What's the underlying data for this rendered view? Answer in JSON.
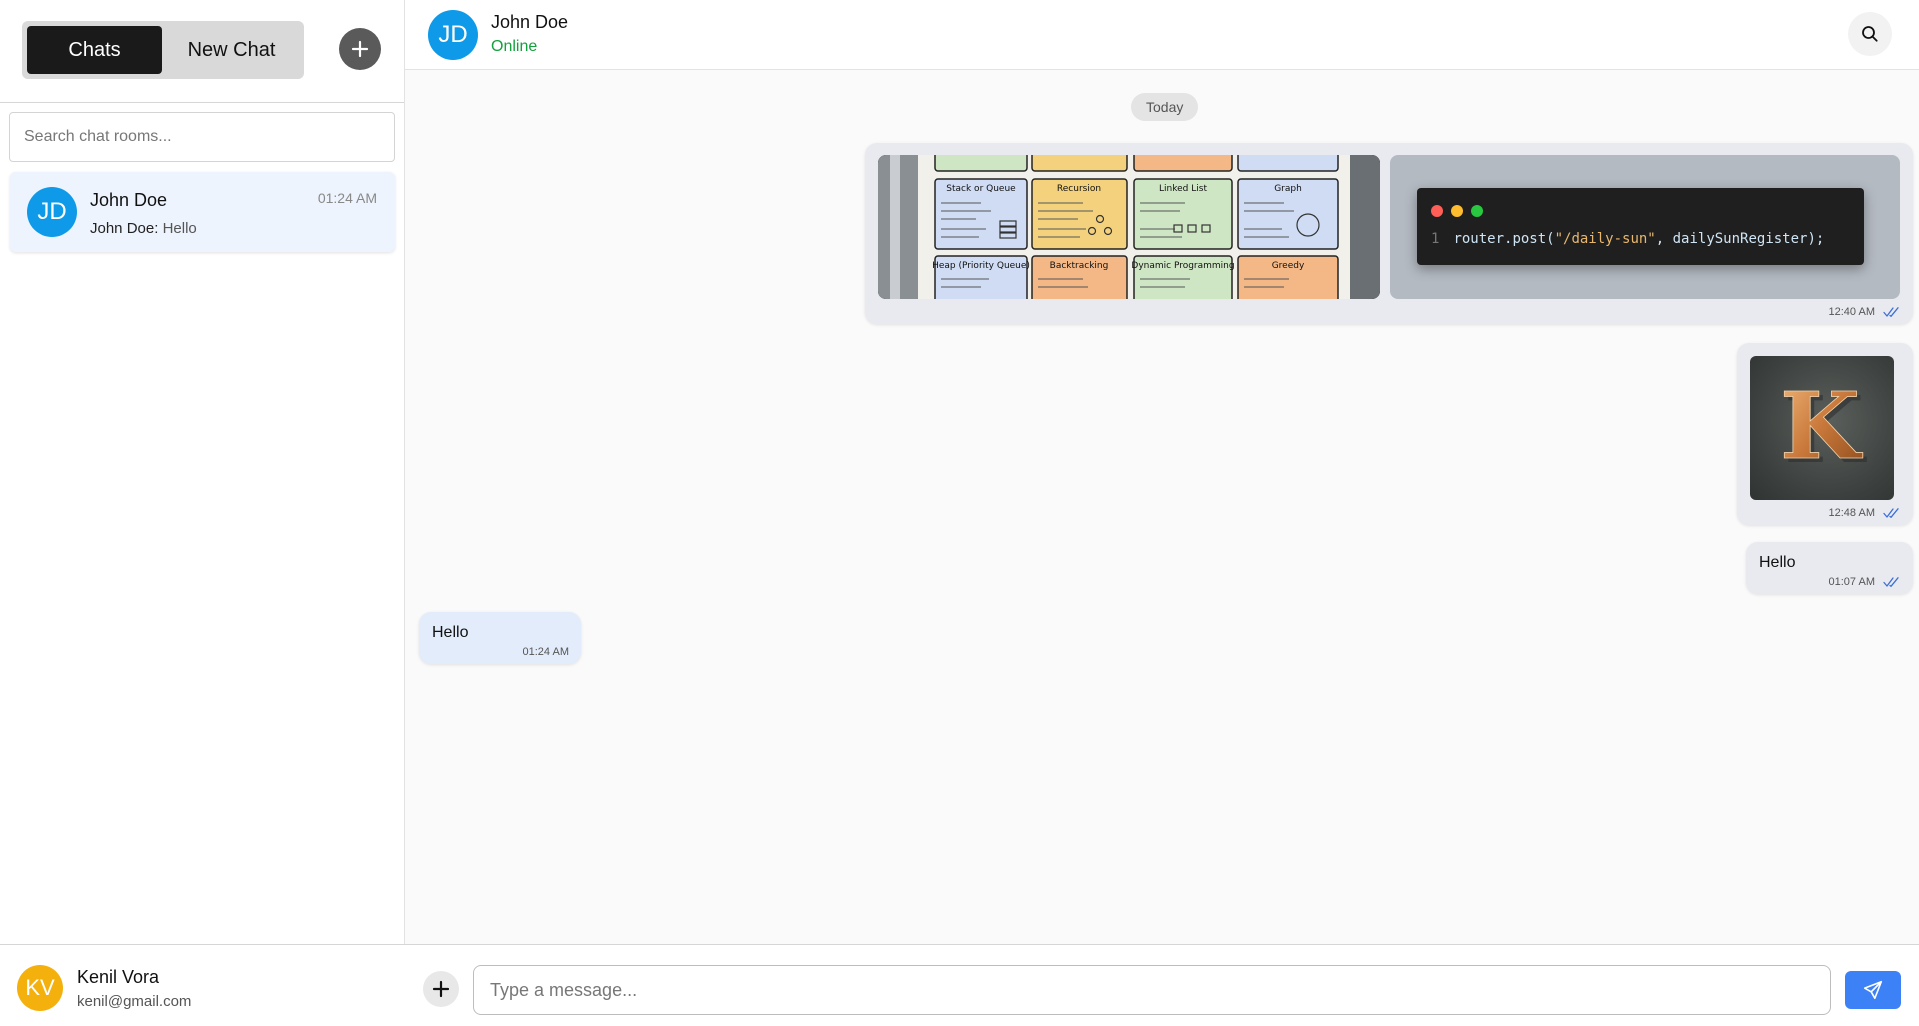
{
  "sidebar": {
    "tabs": {
      "chats": "Chats",
      "new_chat": "New Chat"
    },
    "search": {
      "placeholder": "Search chat rooms..."
    },
    "rooms": [
      {
        "initials": "JD",
        "name": "John Doe",
        "time": "01:24 AM",
        "preview_sender": "John Doe:",
        "preview_text": "Hello"
      }
    ],
    "profile": {
      "initials": "KV",
      "name": "Kenil Vora",
      "email": "kenil@gmail.com"
    }
  },
  "chat": {
    "header": {
      "initials": "JD",
      "name": "John Doe",
      "status": "Online"
    },
    "date_separator": "Today",
    "messages": [
      {
        "direction": "out",
        "type": "images",
        "code_snippet": {
          "line_number": "1",
          "code_pre": "router.post(",
          "code_string": "\"/daily-sun\"",
          "code_post": ", dailySunRegister);"
        },
        "cheatsheet_cards": [
          "Stack or Queue",
          "Recursion",
          "Linked List",
          "Graph",
          "Heap (Priority Queue)",
          "Backtracking",
          "Dynamic Programming",
          "Greedy"
        ],
        "time": "12:40 AM"
      },
      {
        "direction": "out",
        "type": "image",
        "logo_letter": "K",
        "time": "12:48 AM"
      },
      {
        "direction": "out",
        "type": "text",
        "text": "Hello",
        "time": "01:07 AM"
      },
      {
        "direction": "in",
        "type": "text",
        "text": "Hello",
        "time": "01:24 AM"
      }
    ],
    "input": {
      "placeholder": "Type a message..."
    }
  },
  "colors": {
    "accent_blue": "#3c82f6",
    "avatar_blue": "#0e9ae8",
    "avatar_yellow": "#f4b00c",
    "online_green": "#14a03c",
    "toggle_active": "#1a1a1a",
    "tick_blue": "#3b6fd9"
  },
  "icons": {
    "new_chat": "plus-icon",
    "header_search": "search-icon",
    "read_receipt": "double-check-icon",
    "attach": "plus-icon",
    "send": "send-icon"
  }
}
